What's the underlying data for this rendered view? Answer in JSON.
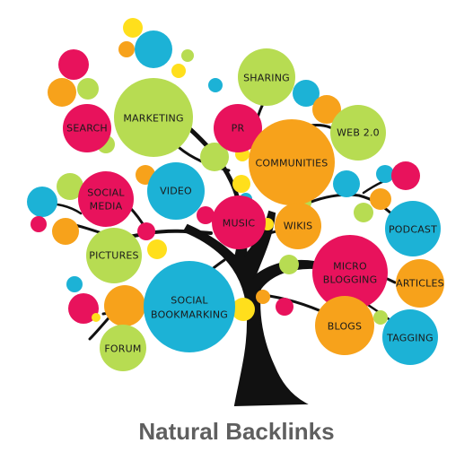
{
  "colors": {
    "pink": "#e8125c",
    "lime": "#b7dc52",
    "orange": "#f7a21b",
    "cyan": "#1cb2d6",
    "yellow": "#ffdf1c",
    "trunk": "#111111",
    "caption": "#5f5f5f"
  },
  "labels": {
    "search": "SEARCH",
    "marketing": "MARKETING",
    "sharing": "SHARING",
    "pr": "PR",
    "web20": "WEB 2.0",
    "communities": "COMMUNITIES",
    "social_media_line1": "SOCIAL",
    "social_media_line2": "MEDIA",
    "video": "VIDEO",
    "music": "MUSIC",
    "wikis": "WIKIS",
    "podcast": "PODCAST",
    "pictures": "PICTURES",
    "micro_line1": "MICRO",
    "micro_line2": "BLOGGING",
    "articles": "ARTICLES",
    "social_bookmarking_line1": "SOCIAL",
    "social_bookmarking_line2": "BOOKMARKING",
    "blogs": "BLOGS",
    "tagging": "TAGGING",
    "forum": "FORUM"
  },
  "caption": "Natural Backlinks"
}
